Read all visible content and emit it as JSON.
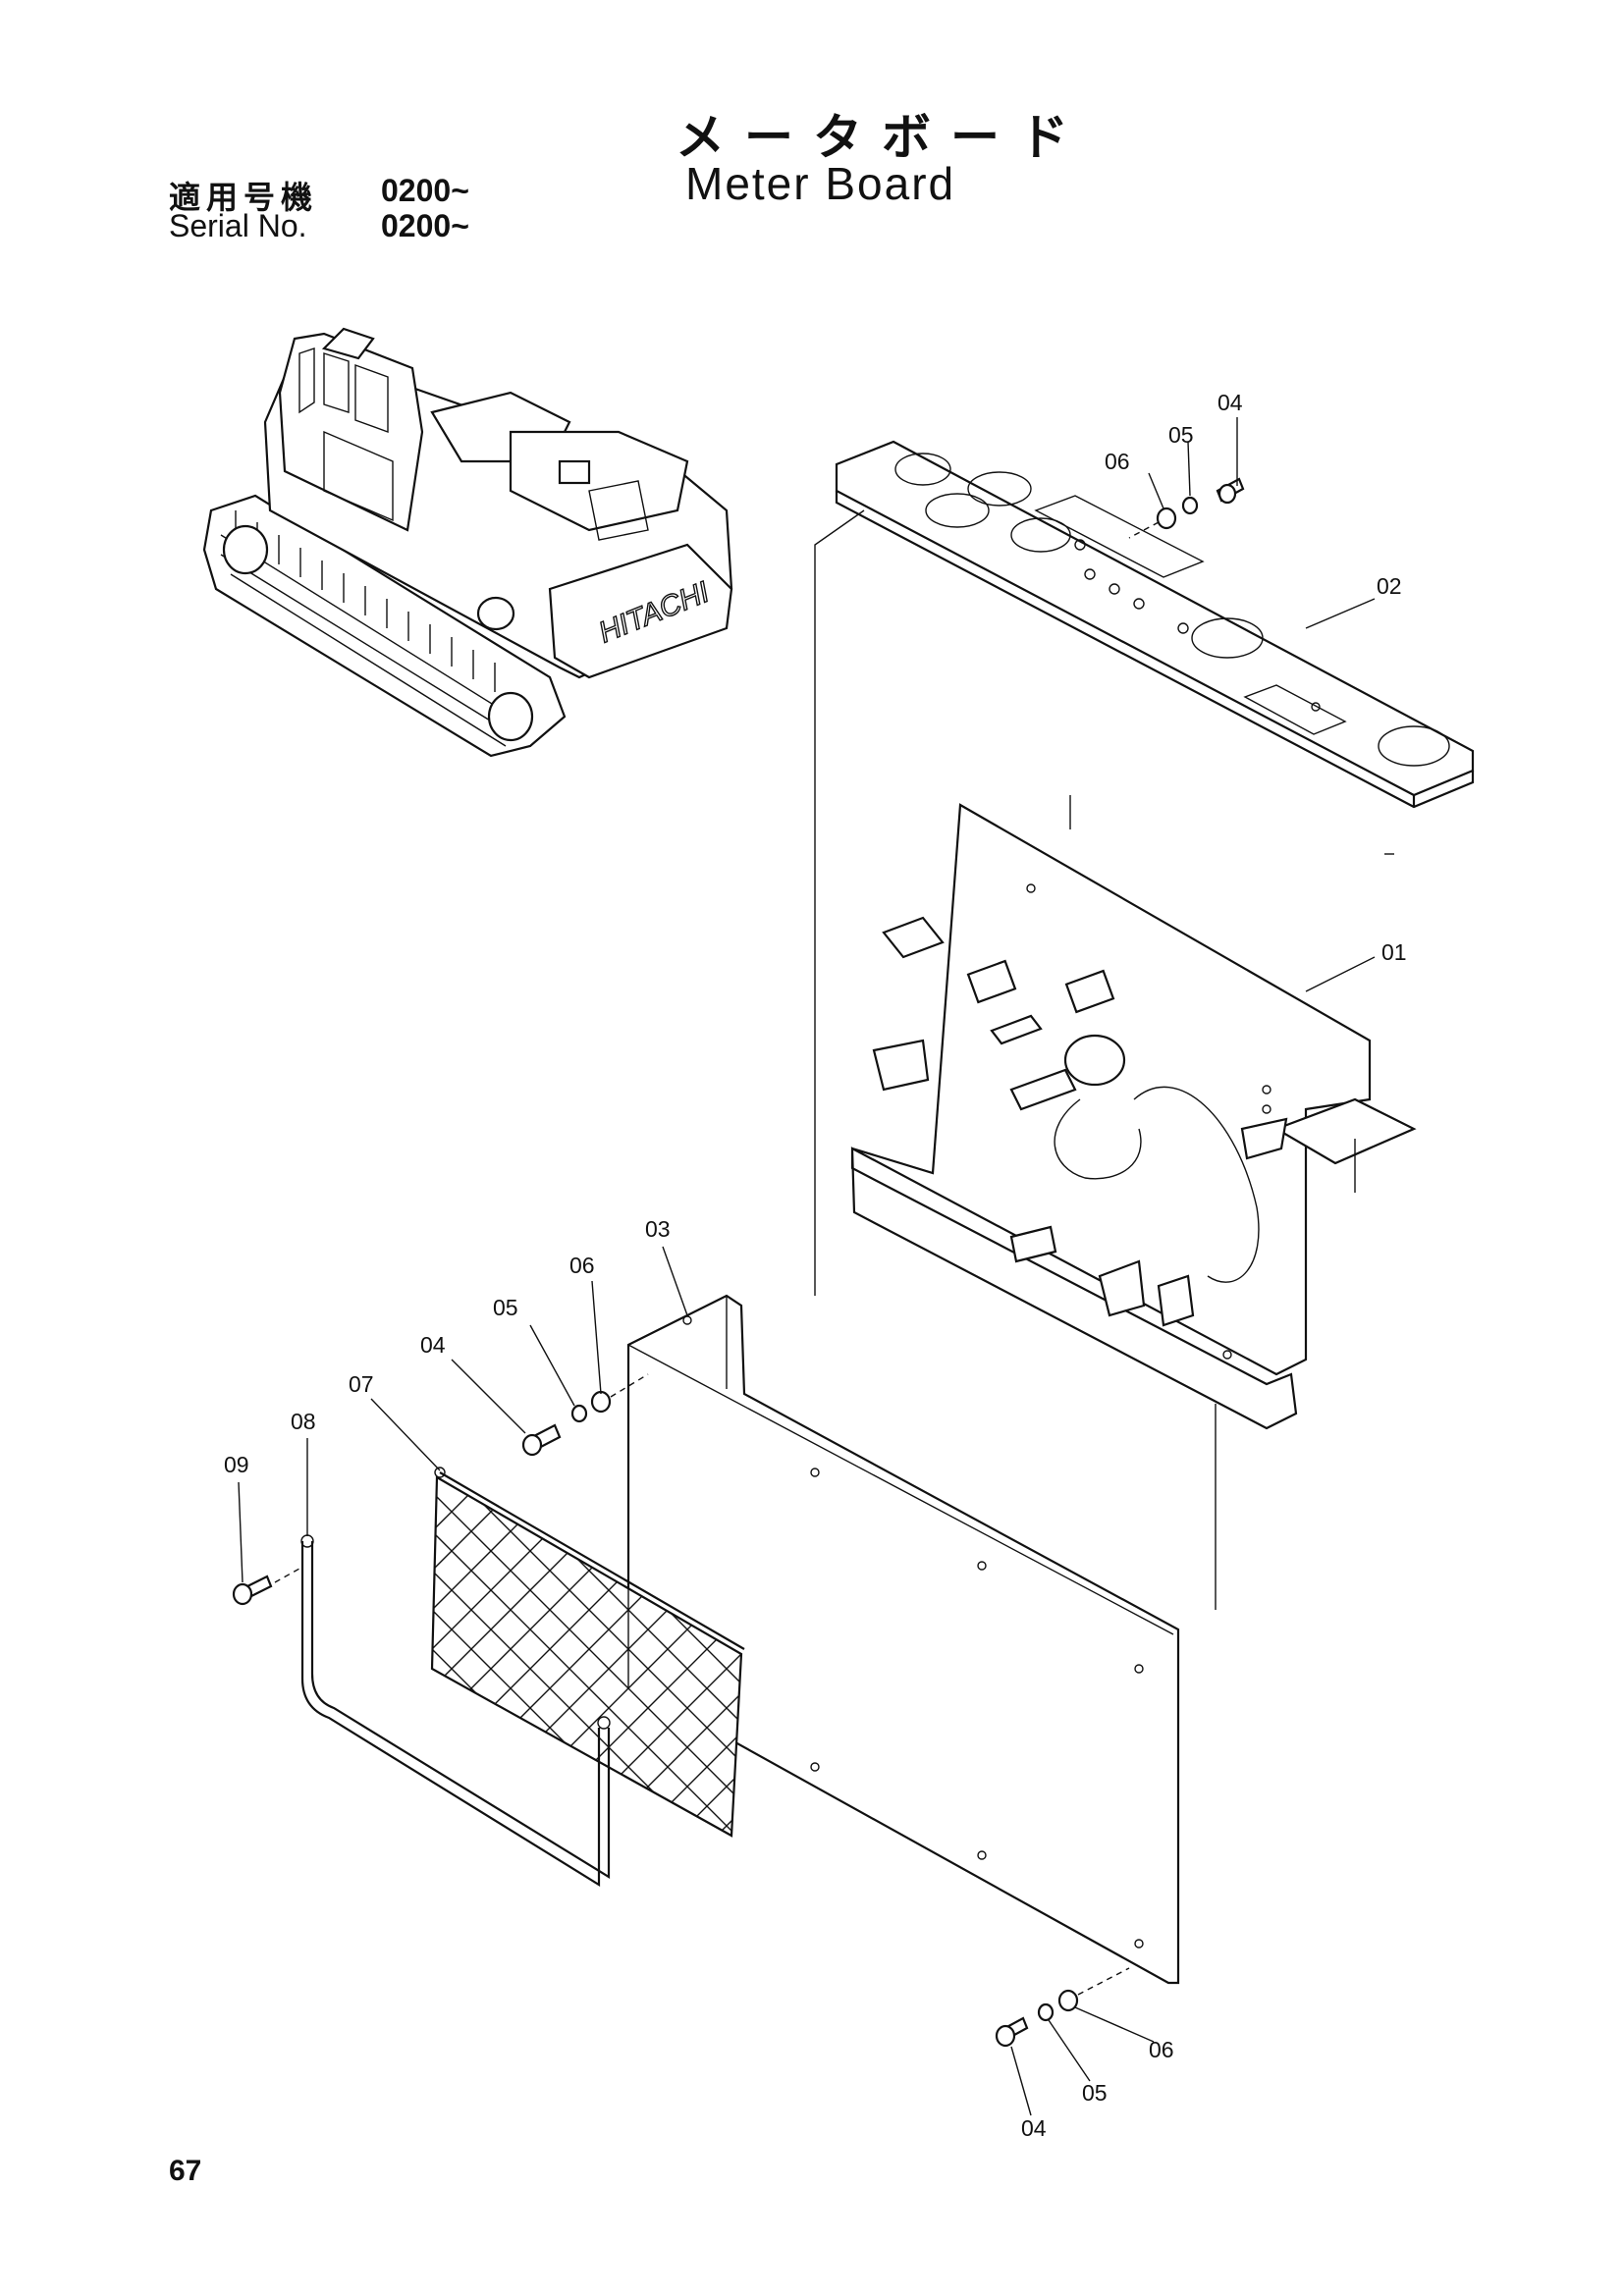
{
  "title_jp": "メータボード",
  "title_en": "Meter Board",
  "serial": {
    "label_jp": "適用号機",
    "label_en": "Serial No.",
    "value_jp": "0200~",
    "value_en": "0200~"
  },
  "page_number": "67",
  "machine_brand": "HITACHI",
  "callouts": {
    "c01": "01",
    "c02": "02",
    "c03": "03",
    "c04_top": "04",
    "c05_top": "05",
    "c06_top": "06",
    "c04_mid": "04",
    "c05_mid": "05",
    "c06_mid": "06",
    "c07": "07",
    "c08": "08",
    "c09": "09",
    "c04_bot": "04",
    "c05_bot": "05",
    "c06_bot": "06"
  }
}
